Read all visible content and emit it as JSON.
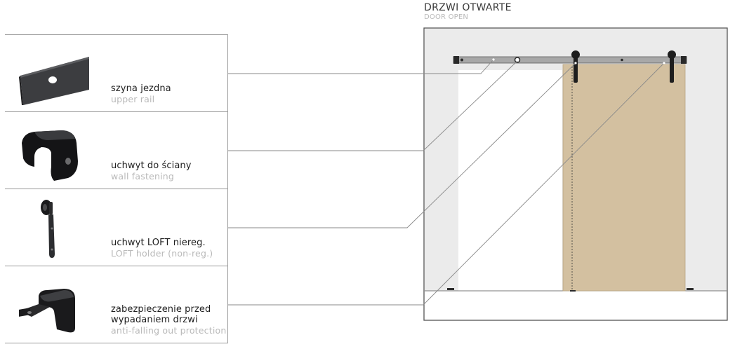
{
  "parts": [
    {
      "pl": "szyna jezdna",
      "en": "upper rail",
      "icon": "upper-rail-icon"
    },
    {
      "pl": "uchwyt do ściany",
      "en": "wall fastening",
      "icon": "wall-bracket-icon"
    },
    {
      "pl": "uchwyt LOFT niereg.",
      "en": "LOFT holder (non-reg.)",
      "icon": "loft-holder-icon"
    },
    {
      "pl": "zabezpieczenie przed\nwypadaniem drzwi",
      "en": "anti-falling out protection",
      "icon": "anti-fall-protection-icon"
    }
  ],
  "diagram": {
    "title": "DRZWI OTWARTE",
    "subtitle": "DOOR OPEN"
  },
  "colors": {
    "wall": "#ebebeb",
    "door": "#d3c0a0",
    "rail": "#a8a8a8",
    "hardware": "#2a2a2a",
    "lines": "#8a8a8a"
  }
}
